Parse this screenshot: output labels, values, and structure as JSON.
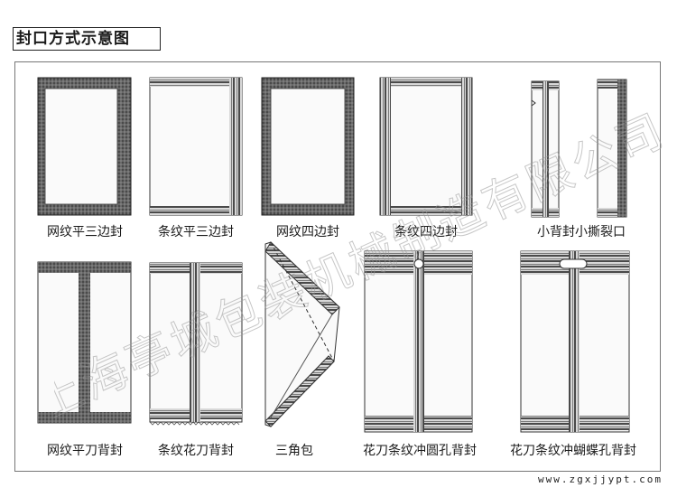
{
  "title": "封口方式示意图",
  "labels": {
    "mesh_three_side": "网纹平三边封",
    "stripe_three_side": "条纹平三边封",
    "mesh_four_side": "网纹四边封",
    "stripe_four_side": "条纹四边封",
    "small_back_tear": "小背封小撕裂口",
    "mesh_flat_knife_back": "网纹平刀背封",
    "stripe_flower_knife_back": "条纹花刀背封",
    "triangle_bag": "三角包",
    "flower_knife_round_hole": "花刀条纹冲圆孔背封",
    "flower_knife_butterfly_hole": "花刀条纹冲蝴蝶孔背封"
  },
  "watermark": "上海亭城包装机械制造有限公司",
  "website": "www.zgxjjypt.com",
  "colors": {
    "seal_dark": "#3a3a3a",
    "seal_mid": "#8a8a8a",
    "stripe_light": "#c8c8c8"
  }
}
